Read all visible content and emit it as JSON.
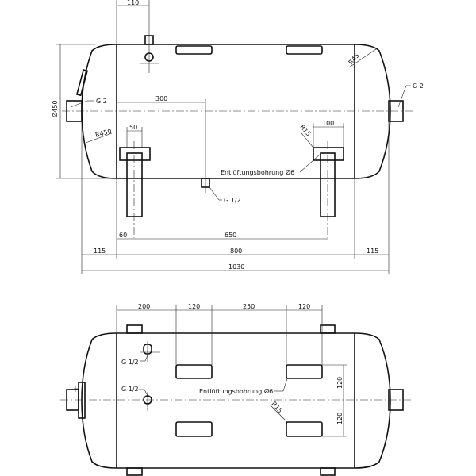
{
  "front_view": {
    "dims": {
      "d110": "110",
      "d450": "Ø450",
      "d300": "300",
      "d50": "50",
      "d100": "100",
      "d60": "60",
      "d650": "650",
      "d115_left": "115",
      "d800": "800",
      "d115_right": "115",
      "d1030": "1030",
      "r45": "R45",
      "r450": "R450",
      "r15": "R15"
    },
    "labels": {
      "g2_left": "G 2",
      "g2_right": "G 2",
      "g12_bottom": "G 1/2",
      "vent": "Entlüftungsbohrung Ø6"
    }
  },
  "top_view": {
    "dims": {
      "d200": "200",
      "d120_a": "120",
      "d250": "250",
      "d120_b": "120",
      "v120_top": "120",
      "v120_bottom": "120",
      "r15": "R15"
    },
    "labels": {
      "g12_upper": "G 1/2",
      "g12_center": "G 1/2",
      "vent": "Entlüftungsbohrung Ø6"
    }
  }
}
